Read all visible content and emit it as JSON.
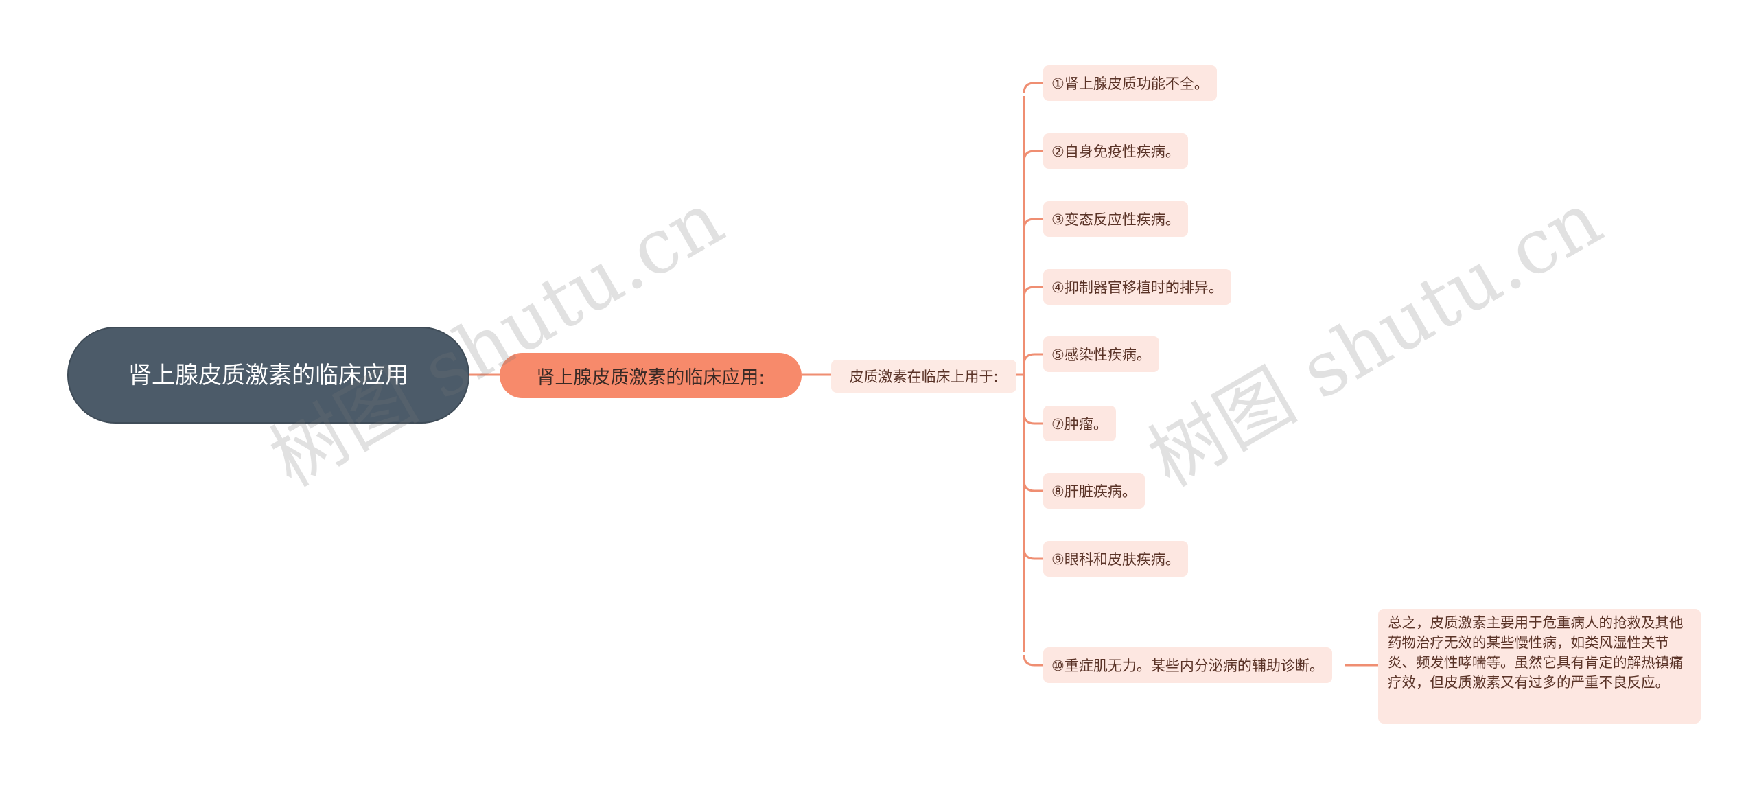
{
  "root": {
    "label": "肾上腺皮质激素的临床应用"
  },
  "level1": {
    "label": "肾上腺皮质激素的临床应用:"
  },
  "level2": {
    "label": "皮质激素在临床上用于:"
  },
  "leaves": [
    "①肾上腺皮质功能不全。",
    "②自身免疫性疾病。",
    "③变态反应性疾病。",
    "④抑制器官移植时的排异。",
    "⑤感染性疾病。",
    "⑦肿瘤。",
    "⑧肝脏疾病。",
    "⑨眼科和皮肤疾病。",
    "⑩重症肌无力。某些内分泌病的辅助诊断。"
  ],
  "summary": "总之，皮质激素主要用于危重病人的抢救及其他药物治疗无效的某些慢性病，如类风湿性关节炎、频发性哮喘等。虽然它具有肯定的解热镇痛疗效，但皮质激素又有过多的严重不良反应。",
  "watermark": "树图 shutu.cn",
  "colors": {
    "root_fill": "#4c5b69",
    "level1_fill": "#f78a6b",
    "leaf_fill": "#fde7e1",
    "connector": "#ef8e72"
  }
}
